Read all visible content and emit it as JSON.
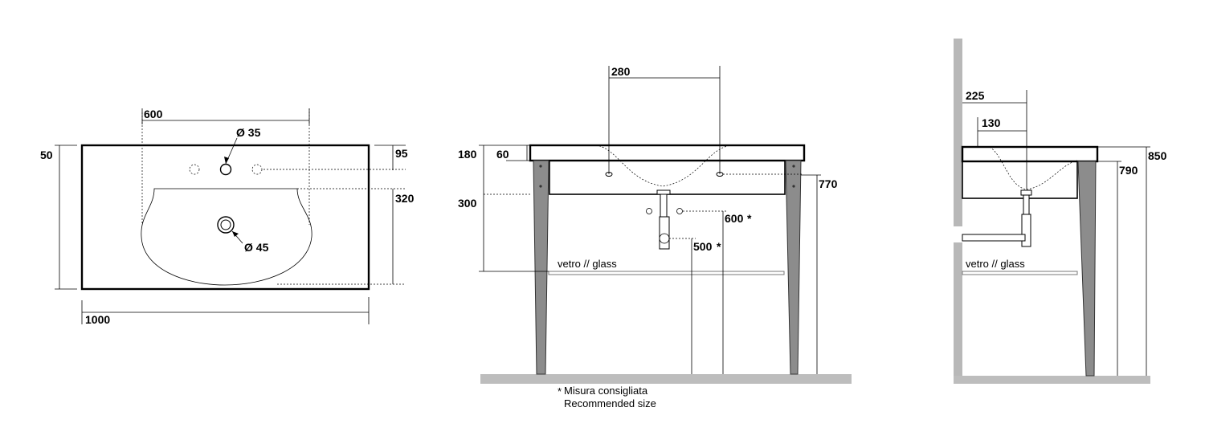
{
  "plan_view": {
    "width_label": "1000",
    "depth_label": "50",
    "tap_spacing_label": "600",
    "tap_hole_label": "Ø 35",
    "waste_hole_label": "Ø 45",
    "tap_offset_label": "95",
    "basin_depth_label": "320"
  },
  "front_view": {
    "bowl_width_label": "280",
    "top_thickness_label": "60",
    "top_height_label": "180",
    "shelf_offset_label": "300",
    "leg_height_label": "770",
    "siphon_high_label": "600",
    "siphon_low_label": "500",
    "glass_label": "vetro // glass",
    "note_line1": "Misura consigliata",
    "note_line2": "Recommended size"
  },
  "side_view": {
    "tap_wall_label": "225",
    "waste_wall_label": "130",
    "height_label": "790",
    "total_height_label": "850",
    "glass_label": "vetro // glass"
  }
}
